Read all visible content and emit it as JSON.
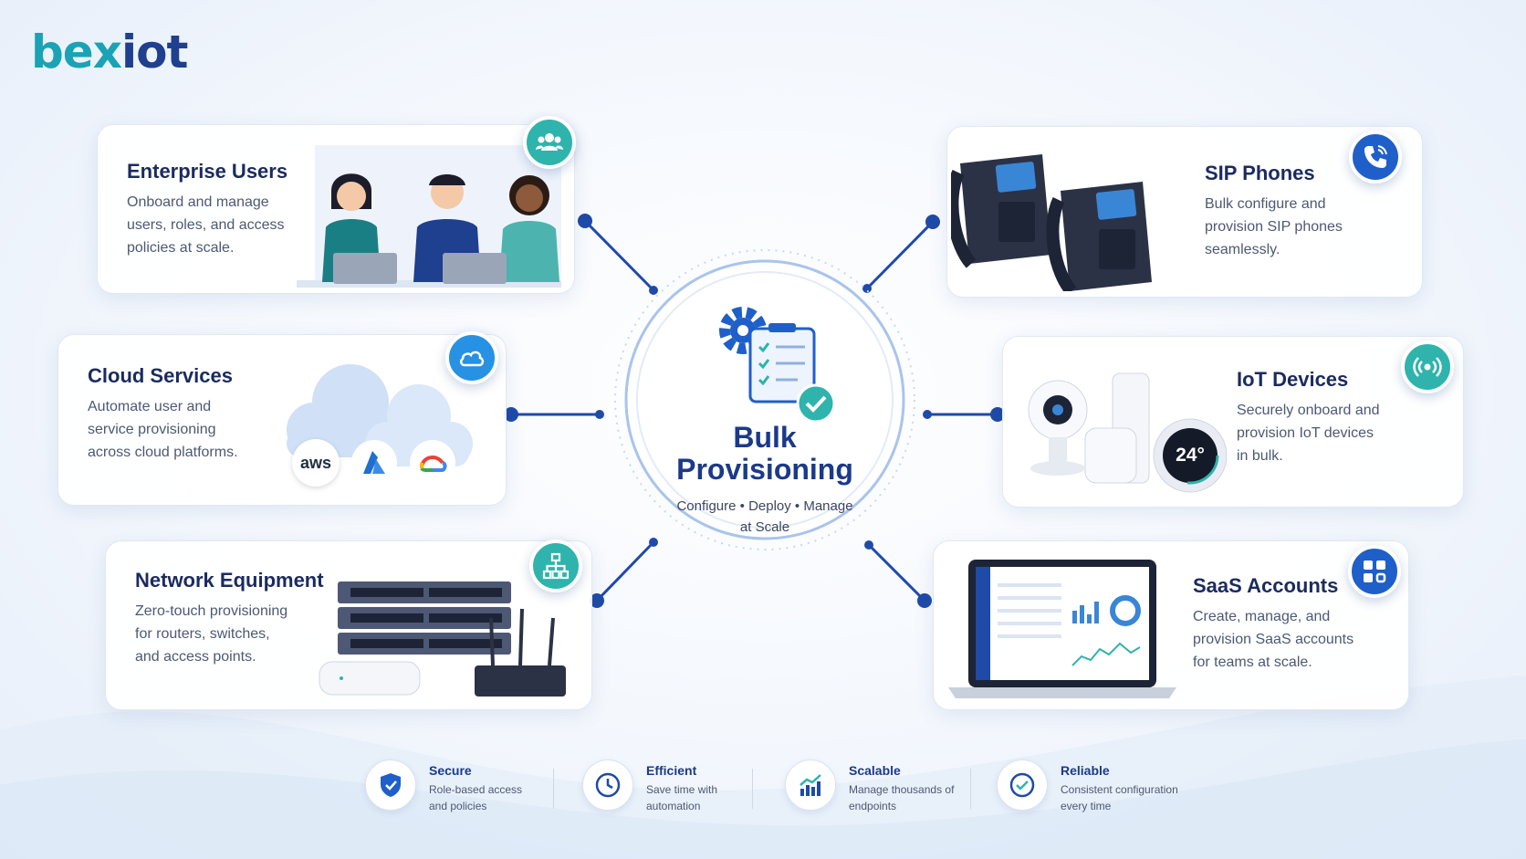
{
  "brand": {
    "logo_part1": "bex",
    "logo_part2": "iot"
  },
  "hub": {
    "title_line1": "Bulk",
    "title_line2": "Provisioning",
    "subtitle_line1": "Configure • Deploy • Manage",
    "subtitle_line2": "at Scale"
  },
  "cards": {
    "enterprise_users": {
      "title": "Enterprise Users",
      "desc": [
        "Onboard and manage",
        "users, roles, and access",
        "policies at scale."
      ],
      "icon": "users-icon"
    },
    "cloud_services": {
      "title": "Cloud Services",
      "desc": [
        "Automate user and",
        "service provisioning",
        "across cloud platforms."
      ],
      "icon": "cloud-icon",
      "providers": [
        "aws"
      ]
    },
    "network_equipment": {
      "title": "Network Equipment",
      "desc": [
        "Zero-touch provisioning",
        "for routers, switches,",
        "and access points."
      ],
      "icon": "network-icon"
    },
    "sip_phones": {
      "title": "SIP Phones",
      "desc": [
        "Bulk configure and",
        "provision SIP phones",
        "seamlessly."
      ],
      "icon": "phone-icon"
    },
    "iot_devices": {
      "title": "IoT Devices",
      "desc": [
        "Securely onboard and",
        "provision IoT devices",
        "in bulk."
      ],
      "icon": "wireless-icon",
      "thermostat_reading": "24°"
    },
    "saas_accounts": {
      "title": "SaaS Accounts",
      "desc": [
        "Create, manage, and",
        "provision SaaS accounts",
        "for teams at scale."
      ],
      "icon": "apps-grid-icon"
    }
  },
  "features": [
    {
      "title": "Secure",
      "desc": "Role-based access and policies",
      "icon": "shield-icon"
    },
    {
      "title": "Efficient",
      "desc": "Save time with automation",
      "icon": "clock-icon"
    },
    {
      "title": "Scalable",
      "desc": "Manage thousands of endpoints",
      "icon": "growth-chart-icon"
    },
    {
      "title": "Reliable",
      "desc": "Consistent configuration every time",
      "icon": "check-circle-icon"
    }
  ],
  "colors": {
    "navy": "#1b3a8a",
    "teal": "#2fb3ad",
    "blue": "#1f5fc9",
    "sky": "#2791e3",
    "line": "#1f4aa8"
  }
}
